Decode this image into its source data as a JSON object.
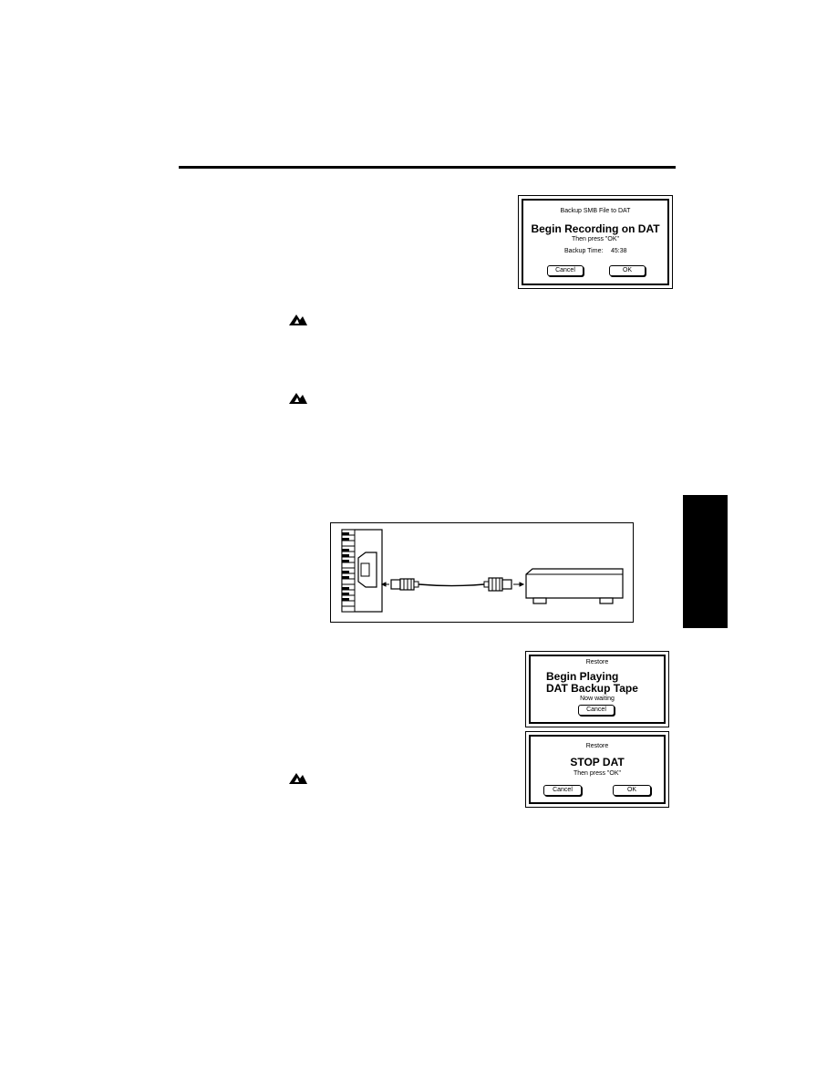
{
  "dialog_backup": {
    "title": "Backup SMB File to DAT",
    "heading": "Begin Recording on DAT",
    "prompt": "Then press \"OK\"",
    "time_label": "Backup Time:",
    "time_value": "45:38",
    "cancel_label": "Cancel",
    "ok_label": "OK"
  },
  "dialog_restore_play": {
    "title": "Restore",
    "heading_line1": "Begin Playing",
    "heading_line2": "DAT Backup Tape",
    "status": "Now waiting",
    "cancel_label": "Cancel"
  },
  "dialog_restore_stop": {
    "title": "Restore",
    "heading": "STOP DAT",
    "prompt": "Then press \"OK\"",
    "cancel_label": "Cancel",
    "ok_label": "OK"
  },
  "icons": [
    "note-icon",
    "keyboard-icon",
    "dat-deck-icon",
    "rca-plug-icon",
    "arrow-icon"
  ]
}
